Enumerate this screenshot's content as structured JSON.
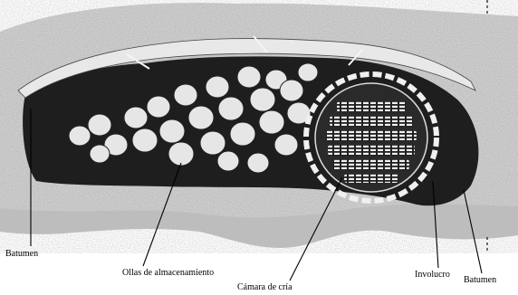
{
  "labels": {
    "batumen_left": "Batumen",
    "ollas": "Ollas de almacenamiento",
    "camara": "Cámara de cría",
    "involucro": "Involucro",
    "batumen_right": "Batumen"
  },
  "colors": {
    "ink": "#000000",
    "paper": "#ffffff",
    "stipple_light": "#d2d2d2",
    "stipple_mid": "#a0a0a0",
    "cavity": "#1e1e1e",
    "pot": "#e6e6e6"
  },
  "icons": {
    "nest_illustration": "stingless-bee-nest-cross-section"
  }
}
